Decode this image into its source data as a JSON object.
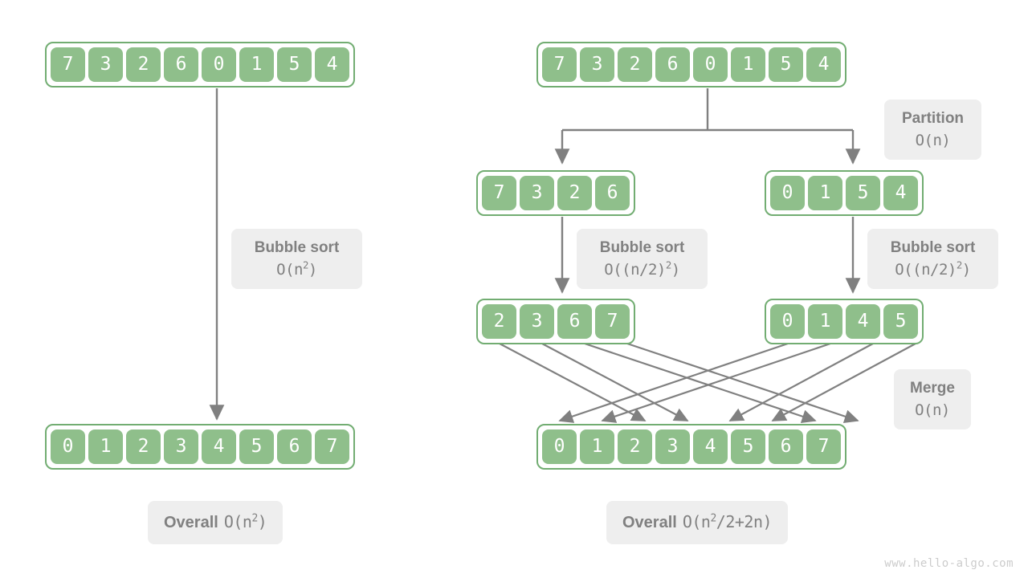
{
  "colors": {
    "cell_fill": "#8fbf8b",
    "array_border": "#72ad72",
    "chip_bg": "#eeeeee",
    "chip_text": "#808080",
    "arrow": "#808080",
    "background": "#ffffff",
    "watermark": "#cccccc"
  },
  "watermark": "www.hello-algo.com",
  "left": {
    "input_array": [
      "7",
      "3",
      "2",
      "6",
      "0",
      "1",
      "5",
      "4"
    ],
    "output_array": [
      "0",
      "1",
      "2",
      "3",
      "4",
      "5",
      "6",
      "7"
    ],
    "bubble_label": {
      "title": "Bubble sort",
      "complexity_pre": "O(n",
      "complexity_sup": "2",
      "complexity_post": ")"
    },
    "overall_label": {
      "title": "Overall",
      "complexity_pre": "O(n",
      "complexity_sup": "2",
      "complexity_post": ")"
    }
  },
  "right": {
    "input_array": [
      "7",
      "3",
      "2",
      "6",
      "0",
      "1",
      "5",
      "4"
    ],
    "left_half": [
      "7",
      "3",
      "2",
      "6"
    ],
    "right_half": [
      "0",
      "1",
      "5",
      "4"
    ],
    "left_half_sorted": [
      "2",
      "3",
      "6",
      "7"
    ],
    "right_half_sorted": [
      "0",
      "1",
      "4",
      "5"
    ],
    "output_array": [
      "0",
      "1",
      "2",
      "3",
      "4",
      "5",
      "6",
      "7"
    ],
    "partition_label": {
      "title": "Partition",
      "complexity": "O(n)"
    },
    "bubble_left_label": {
      "title": "Bubble sort",
      "complexity_pre": "O((n/2)",
      "complexity_sup": "2",
      "complexity_post": ")"
    },
    "bubble_right_label": {
      "title": "Bubble sort",
      "complexity_pre": "O((n/2)",
      "complexity_sup": "2",
      "complexity_post": ")"
    },
    "merge_label": {
      "title": "Merge",
      "complexity": "O(n)"
    },
    "overall_label": {
      "title": "Overall",
      "complexity_pre": "O(n",
      "complexity_sup": "2",
      "complexity_post": "/2+2n)"
    }
  },
  "chart_data": {
    "type": "diagram",
    "title": "Bubble sort vs divide-and-merge complexity comparison",
    "left_flow": {
      "steps": [
        "7 3 2 6 0 1 5 4",
        "Bubble sort O(n^2)",
        "0 1 2 3 4 5 6 7"
      ],
      "overall": "O(n^2)"
    },
    "right_flow": {
      "steps": [
        "7 3 2 6 0 1 5 4",
        "Partition O(n)",
        "7 3 2 6 | 0 1 5 4",
        "Bubble sort O((n/2)^2) each",
        "2 3 6 7 | 0 1 4 5",
        "Merge O(n)",
        "0 1 2 3 4 5 6 7"
      ],
      "overall": "O(n^2/2+2n)"
    },
    "merge_mapping": [
      {
        "from": "left[0]=2",
        "to": "out[2]"
      },
      {
        "from": "left[1]=3",
        "to": "out[3]"
      },
      {
        "from": "left[2]=6",
        "to": "out[6]"
      },
      {
        "from": "left[3]=7",
        "to": "out[7]"
      },
      {
        "from": "right[0]=0",
        "to": "out[0]"
      },
      {
        "from": "right[1]=1",
        "to": "out[1]"
      },
      {
        "from": "right[2]=4",
        "to": "out[4]"
      },
      {
        "from": "right[3]=5",
        "to": "out[5]"
      }
    ]
  }
}
